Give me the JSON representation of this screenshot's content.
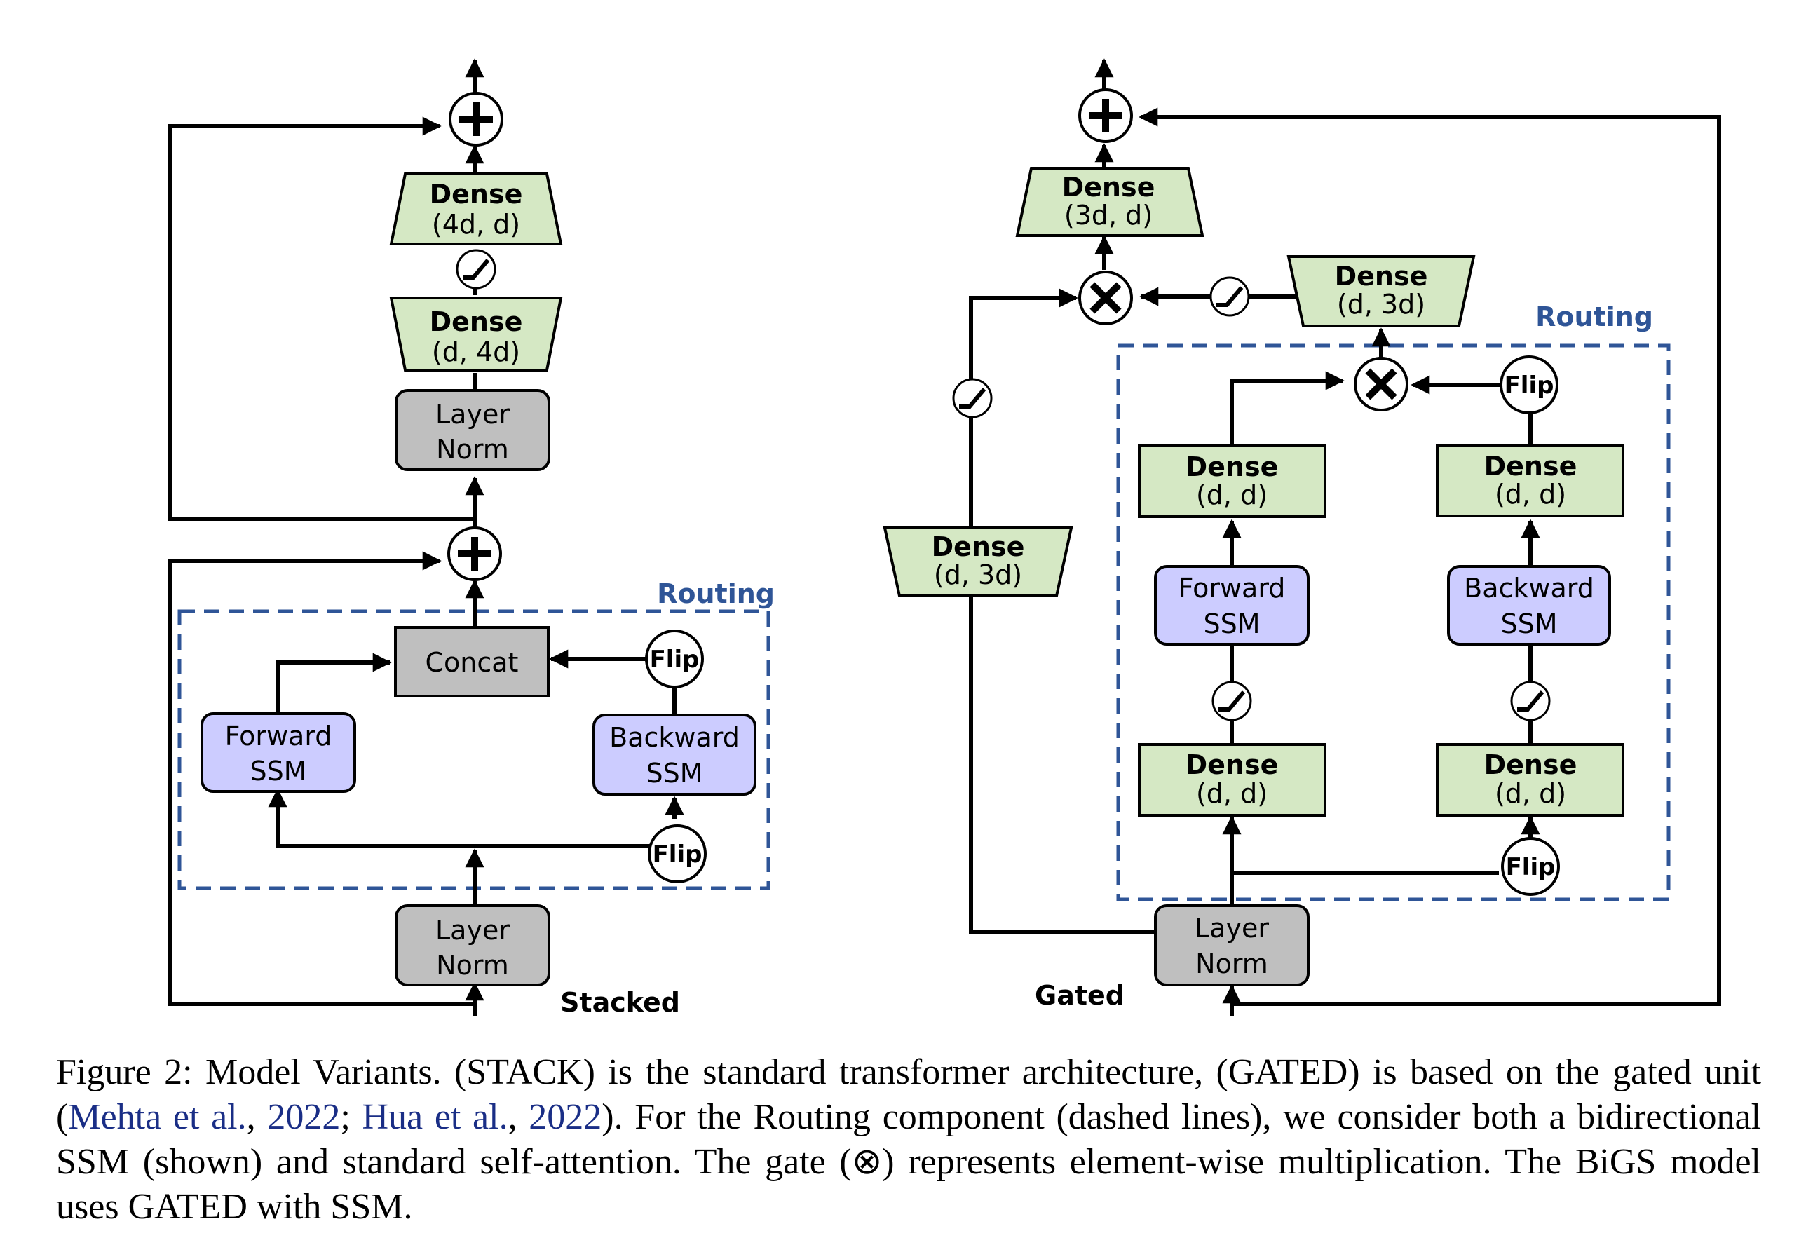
{
  "stacked": {
    "name": "Stacked",
    "routing": "Routing",
    "dense_top": {
      "title": "Dense",
      "dims": "(4d, d)"
    },
    "dense_mid": {
      "title": "Dense",
      "dims": "(d, 4d)"
    },
    "norm_top": {
      "line1": "Layer",
      "line2": "Norm"
    },
    "norm_bottom": {
      "line1": "Layer",
      "line2": "Norm"
    },
    "concat": "Concat",
    "forward_ssm": {
      "line1": "Forward",
      "line2": "SSM"
    },
    "backward_ssm": {
      "line1": "Backward",
      "line2": "SSM"
    },
    "flip_top": "Flip",
    "flip_bottom": "Flip"
  },
  "gated": {
    "name": "Gated",
    "routing": "Routing",
    "dense_top": {
      "title": "Dense",
      "dims": "(3d, d)"
    },
    "dense_gate": {
      "title": "Dense",
      "dims": "(d, 3d)"
    },
    "dense_left": {
      "title": "Dense",
      "dims": "(d, 3d)"
    },
    "dense_fwd_upper": {
      "title": "Dense",
      "dims": "(d, d)"
    },
    "dense_bwd_upper": {
      "title": "Dense",
      "dims": "(d, d)"
    },
    "dense_fwd_lower": {
      "title": "Dense",
      "dims": "(d, d)"
    },
    "dense_bwd_lower": {
      "title": "Dense",
      "dims": "(d, d)"
    },
    "forward_ssm": {
      "line1": "Forward",
      "line2": "SSM"
    },
    "backward_ssm": {
      "line1": "Backward",
      "line2": "SSM"
    },
    "norm": {
      "line1": "Layer",
      "line2": "Norm"
    },
    "flip_top": "Flip",
    "flip_bottom": "Flip"
  },
  "caption": {
    "p1": "Figure 2:  Model Variants.  (",
    "stack": "STACK",
    "p2": ") is the standard transformer architecture, (",
    "gated": "GATED",
    "p3": ") is based on the gated unit (",
    "cite1_author": "Mehta et al.",
    "sep1": ", ",
    "cite1_year": "2022",
    "sep2": "; ",
    "cite2_author": "Hua et al.",
    "sep3": ", ",
    "cite2_year": "2022",
    "p4": "). For the Routing component (dashed lines), we consider both a bidirectional SSM (shown) and standard self-attention. The gate (⊗) represents element-wise multiplication. The BiGS model uses ",
    "gated2": "GATED",
    "p5": " with SSM."
  },
  "colors": {
    "dense_fill": "#d5e8c4",
    "ssm_fill": "#ccccff",
    "norm_fill": "#bfbfbf",
    "routing_dash": "#2f5597",
    "citation": "#1a2e86"
  }
}
